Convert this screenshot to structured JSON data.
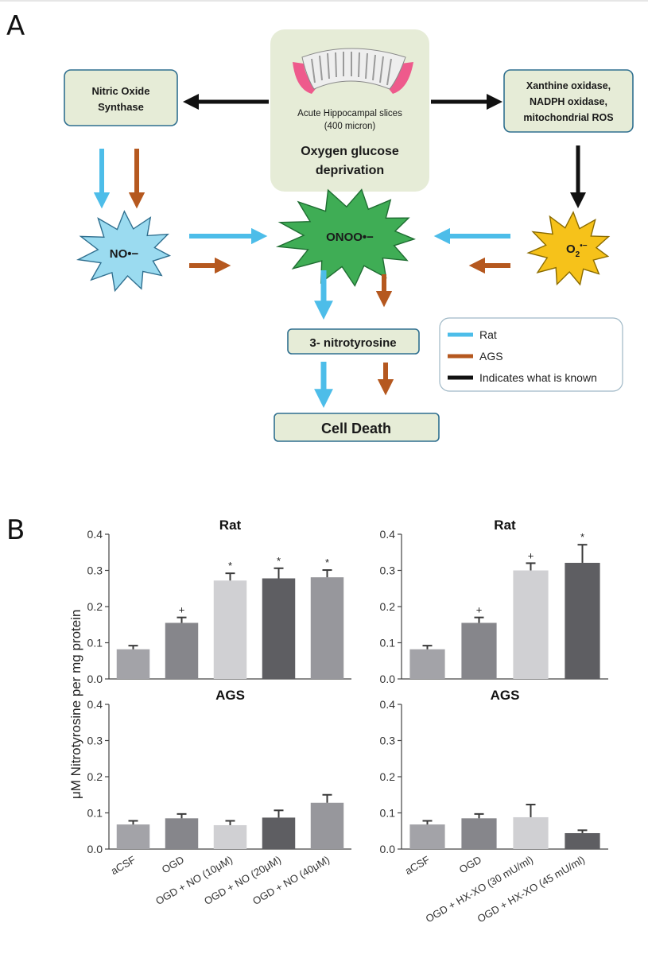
{
  "panel_labels": {
    "a": "A",
    "b": "B"
  },
  "diagram": {
    "center": {
      "caption": "Acute Hippocampal slices",
      "caption2": "(400 micron)",
      "title1": "Oxygen glucose",
      "title2": "deprivation"
    },
    "left_box": {
      "line1": "Nitric Oxide",
      "line2": "Synthase"
    },
    "right_box": {
      "line1": "Xanthine oxidase,",
      "line2": "NADPH oxidase,",
      "line3": "mitochondrial ROS"
    },
    "no_radical": "NO•−",
    "peroxynitrite": "ONOO•−",
    "superoxide_base": "O",
    "superoxide_sub": "2",
    "superoxide_sup": "•−",
    "nitrotyrosine": "3- nitrotyrosine",
    "cell_death": "Cell Death",
    "legend": [
      {
        "label": "Rat",
        "color": "#4dbde9"
      },
      {
        "label": "AGS",
        "color": "#b5581f"
      },
      {
        "label": "Indicates what is known",
        "color": "#111111"
      }
    ],
    "colors": {
      "rat": "#4dbde9",
      "ags": "#b5581f",
      "known": "#111111",
      "box_fill": "#e6ecd7",
      "no_fill": "#9bdbf0",
      "onoo_fill": "#3fad55",
      "o2_fill": "#f6c21a"
    }
  },
  "y_axis_label": "μM Nitrotyrosine per mg protein",
  "chart_data": [
    {
      "type": "bar",
      "title": "Rat",
      "ylim": [
        0,
        0.4
      ],
      "yticks": [
        "0.0",
        "0.1",
        "0.2",
        "0.3",
        "0.4"
      ],
      "categories": [
        "aCSF",
        "OGD",
        "OGD + NO (10μM)",
        "OGD + NO (20μM)",
        "OGD + NO (40μM)"
      ],
      "values": [
        0.082,
        0.155,
        0.272,
        0.278,
        0.281
      ],
      "errors": [
        0.01,
        0.015,
        0.02,
        0.028,
        0.02
      ],
      "significance": [
        "",
        "+",
        "*",
        "*",
        "*"
      ],
      "bar_colors": [
        "#a3a3a8",
        "#86868b",
        "#d0d0d3",
        "#5e5e62",
        "#97979c"
      ],
      "show_xlabels": false
    },
    {
      "type": "bar",
      "title": "Rat",
      "ylim": [
        0,
        0.4
      ],
      "yticks": [
        "0.0",
        "0.1",
        "0.2",
        "0.3",
        "0.4"
      ],
      "categories": [
        "aCSF",
        "OGD",
        "OGD + HX-XO (30 mU/ml)",
        "OGD + HX-XO (45 mU/ml)"
      ],
      "values": [
        0.082,
        0.155,
        0.3,
        0.321
      ],
      "errors": [
        0.01,
        0.015,
        0.02,
        0.05
      ],
      "significance": [
        "",
        "+",
        "+",
        "*"
      ],
      "bar_colors": [
        "#a3a3a8",
        "#86868b",
        "#d0d0d3",
        "#5e5e62"
      ],
      "show_xlabels": false
    },
    {
      "type": "bar",
      "title": "AGS",
      "ylim": [
        0,
        0.4
      ],
      "yticks": [
        "0.0",
        "0.1",
        "0.2",
        "0.3",
        "0.4"
      ],
      "categories": [
        "aCSF",
        "OGD",
        "OGD + NO (10μM)",
        "OGD + NO (20μM)",
        "OGD + NO (40μM)"
      ],
      "values": [
        0.068,
        0.085,
        0.066,
        0.087,
        0.128
      ],
      "errors": [
        0.01,
        0.012,
        0.012,
        0.02,
        0.022
      ],
      "significance": [
        "",
        "",
        "",
        "",
        ""
      ],
      "bar_colors": [
        "#a3a3a8",
        "#86868b",
        "#d0d0d3",
        "#5e5e62",
        "#97979c"
      ],
      "show_xlabels": true
    },
    {
      "type": "bar",
      "title": "AGS",
      "ylim": [
        0,
        0.4
      ],
      "yticks": [
        "0.0",
        "0.1",
        "0.2",
        "0.3",
        "0.4"
      ],
      "categories": [
        "aCSF",
        "OGD",
        "OGD + HX-XO (30 mU/ml)",
        "OGD + HX-XO (45 mU/ml)"
      ],
      "values": [
        0.068,
        0.085,
        0.088,
        0.044
      ],
      "errors": [
        0.01,
        0.012,
        0.035,
        0.008
      ],
      "significance": [
        "",
        "",
        "",
        ""
      ],
      "bar_colors": [
        "#a3a3a8",
        "#86868b",
        "#d0d0d3",
        "#5e5e62"
      ],
      "show_xlabels": true
    }
  ]
}
